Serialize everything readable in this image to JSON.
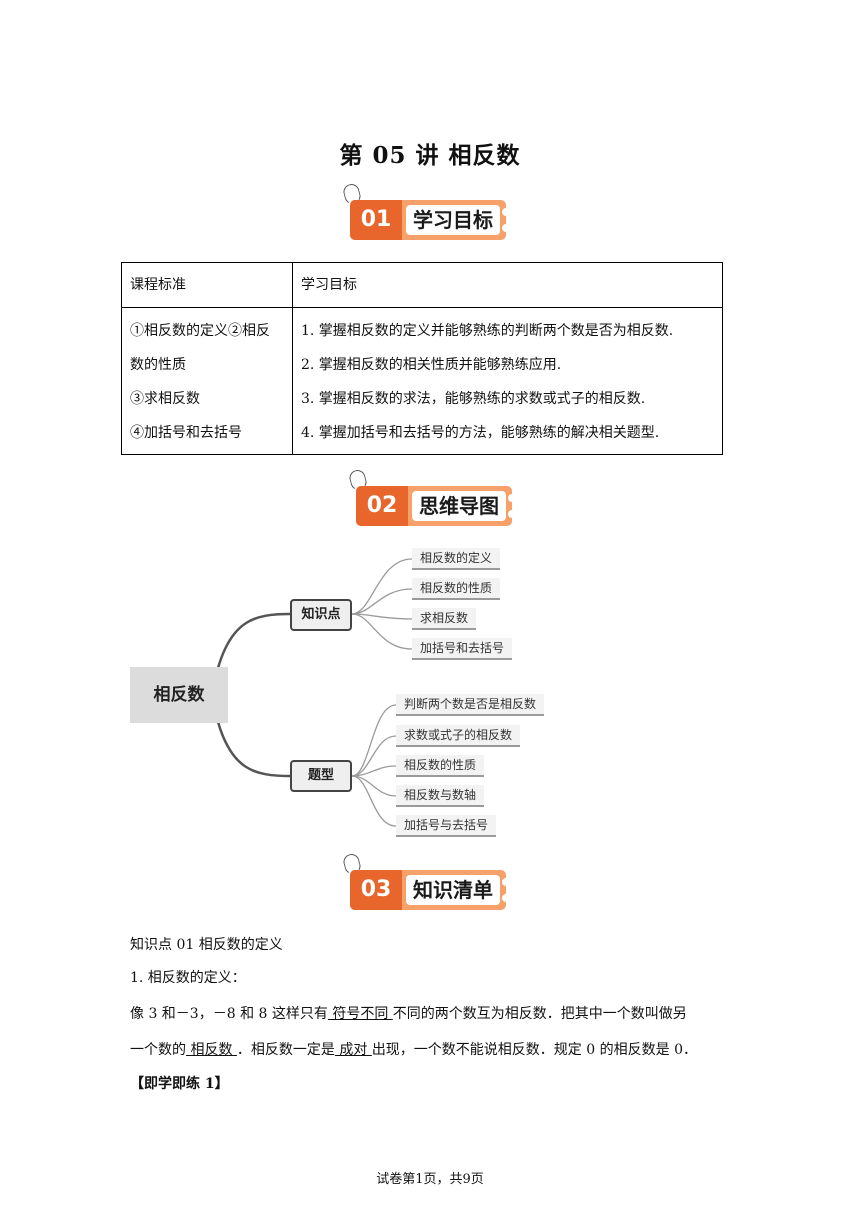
{
  "title": "第 05 讲  相反数",
  "sections": [
    {
      "num": "01",
      "label": "学习目标"
    },
    {
      "num": "02",
      "label": "思维导图"
    },
    {
      "num": "03",
      "label": "知识清单"
    }
  ],
  "table": {
    "headers": [
      "课程标准",
      "学习目标"
    ],
    "standards": [
      "①相反数的定义②相反",
      "数的性质",
      "③求相反数",
      "④加括号和去括号"
    ],
    "goals": [
      "1. 掌握相反数的定义并能够熟练的判断两个数是否为相反数.",
      "2. 掌握相反数的相关性质并能够熟练应用.",
      "3. 掌握相反数的求法，能够熟练的求数或式子的相反数.",
      "4. 掌握加括号和去括号的方法，能够熟练的解决相关题型."
    ]
  },
  "mindmap": {
    "root": "相反数",
    "branches": [
      {
        "label": "知识点",
        "leaves": [
          "相反数的定义",
          "相反数的性质",
          "求相反数",
          "加括号和去括号"
        ]
      },
      {
        "label": "题型",
        "leaves": [
          "判断两个数是否是相反数",
          "求数或式子的相反数",
          "相反数的性质",
          "相反数与数轴",
          "加括号与去括号"
        ]
      }
    ]
  },
  "content": {
    "kp_heading": "知识点 01  相反数的定义",
    "item1": "1. 相反数的定义：",
    "p1_a": "像 3 和－3，－8 和 8 这样只有",
    "p1_blank1": " 符号不同 ",
    "p1_b": "不同的两个数互为相反数．把其中一个数叫做另",
    "p2_a": "一个数的",
    "p2_blank2": " 相反数 ",
    "p2_b": "．相反数一定是",
    "p2_blank3": " 成对 ",
    "p2_c": "出现，一个数不能说相反数．规定 0 的相反数是 0．",
    "practice": "【即学即练 1】"
  },
  "footer": "试卷第1页，共9页"
}
